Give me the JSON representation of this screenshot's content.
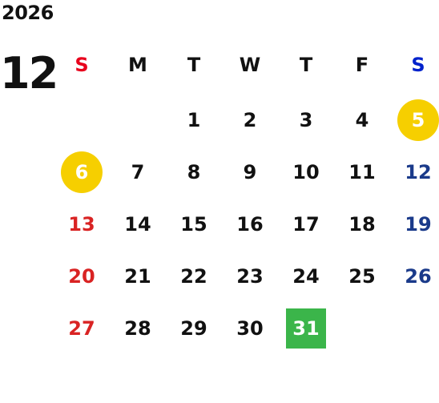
{
  "calendar": {
    "year": "2026",
    "month": "12",
    "weekdays": [
      "S",
      "M",
      "T",
      "W",
      "T",
      "F",
      "S"
    ],
    "weeks": [
      [
        "",
        "",
        "1",
        "2",
        "3",
        "4",
        "5"
      ],
      [
        "6",
        "7",
        "8",
        "9",
        "10",
        "11",
        "12"
      ],
      [
        "13",
        "14",
        "15",
        "16",
        "17",
        "18",
        "19"
      ],
      [
        "20",
        "21",
        "22",
        "23",
        "24",
        "25",
        "26"
      ],
      [
        "27",
        "28",
        "29",
        "30",
        "31",
        "",
        ""
      ]
    ],
    "highlights": [
      {
        "day": "5",
        "style": "circle",
        "color": "#f6cf00"
      },
      {
        "day": "6",
        "style": "circle",
        "color": "#f6cf00"
      },
      {
        "day": "31",
        "style": "box",
        "color": "#3bb54a"
      }
    ],
    "colors": {
      "sunday_header": "#e8001c",
      "saturday_header": "#0022cc",
      "sunday_day": "#d92323",
      "saturday_day": "#1a3a8a",
      "weekday_day": "#111111"
    }
  }
}
